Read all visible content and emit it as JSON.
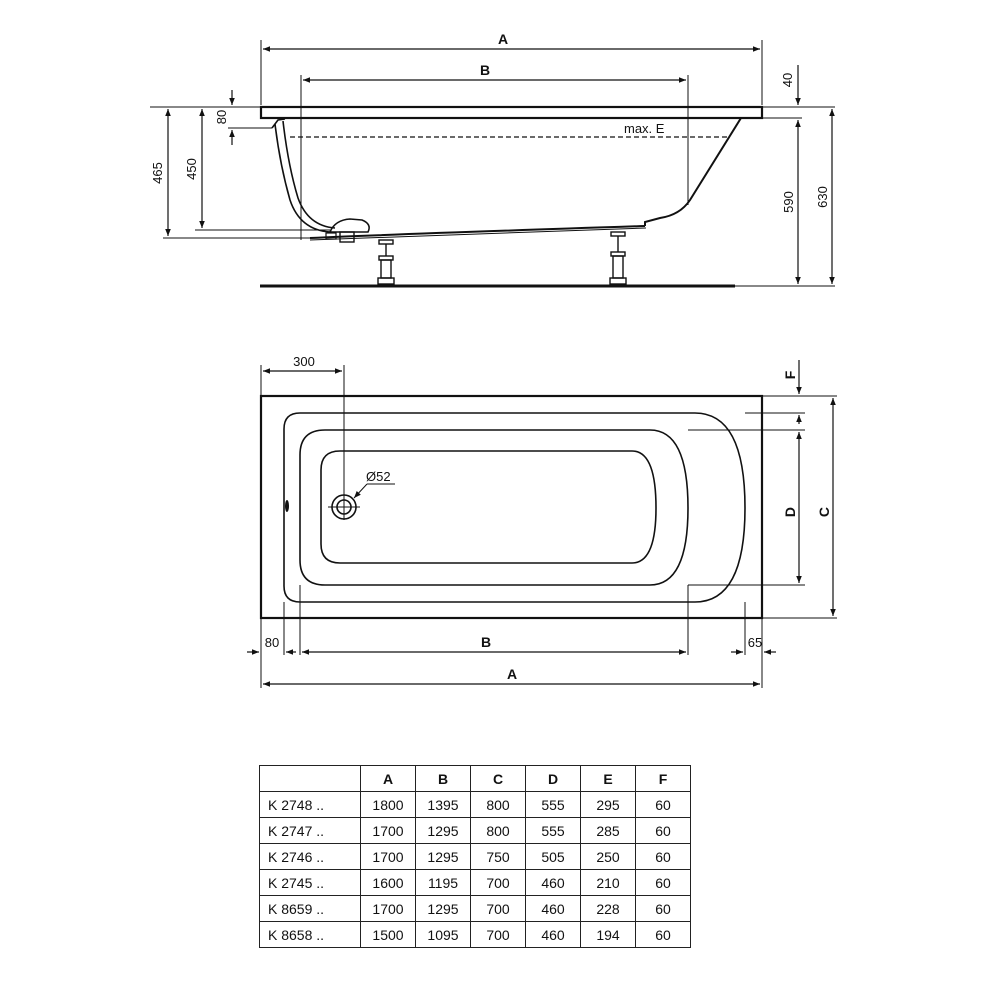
{
  "side_view": {
    "labels": {
      "A": "A",
      "B": "B",
      "max_e": "max. E",
      "dim_40": "40",
      "dim_80": "80",
      "dim_465": "465",
      "dim_450": "450",
      "dim_590": "590",
      "dim_630": "630"
    }
  },
  "top_view": {
    "labels": {
      "dim_300": "300",
      "drain": "Ø52",
      "F": "F",
      "D": "D",
      "C": "C",
      "dim_80": "80",
      "B": "B",
      "dim_65": "65",
      "A": "A"
    }
  },
  "dimension_table": {
    "headers": [
      "",
      "A",
      "B",
      "C",
      "D",
      "E",
      "F"
    ],
    "rows": [
      [
        "K 2748 ..",
        "1800",
        "1395",
        "800",
        "555",
        "295",
        "60"
      ],
      [
        "K 2747 ..",
        "1700",
        "1295",
        "800",
        "555",
        "285",
        "60"
      ],
      [
        "K 2746 ..",
        "1700",
        "1295",
        "750",
        "505",
        "250",
        "60"
      ],
      [
        "K 2745 ..",
        "1600",
        "1195",
        "700",
        "460",
        "210",
        "60"
      ],
      [
        "K 8659 ..",
        "1700",
        "1295",
        "700",
        "460",
        "228",
        "60"
      ],
      [
        "K 8658 ..",
        "1500",
        "1095",
        "700",
        "460",
        "194",
        "60"
      ]
    ]
  }
}
